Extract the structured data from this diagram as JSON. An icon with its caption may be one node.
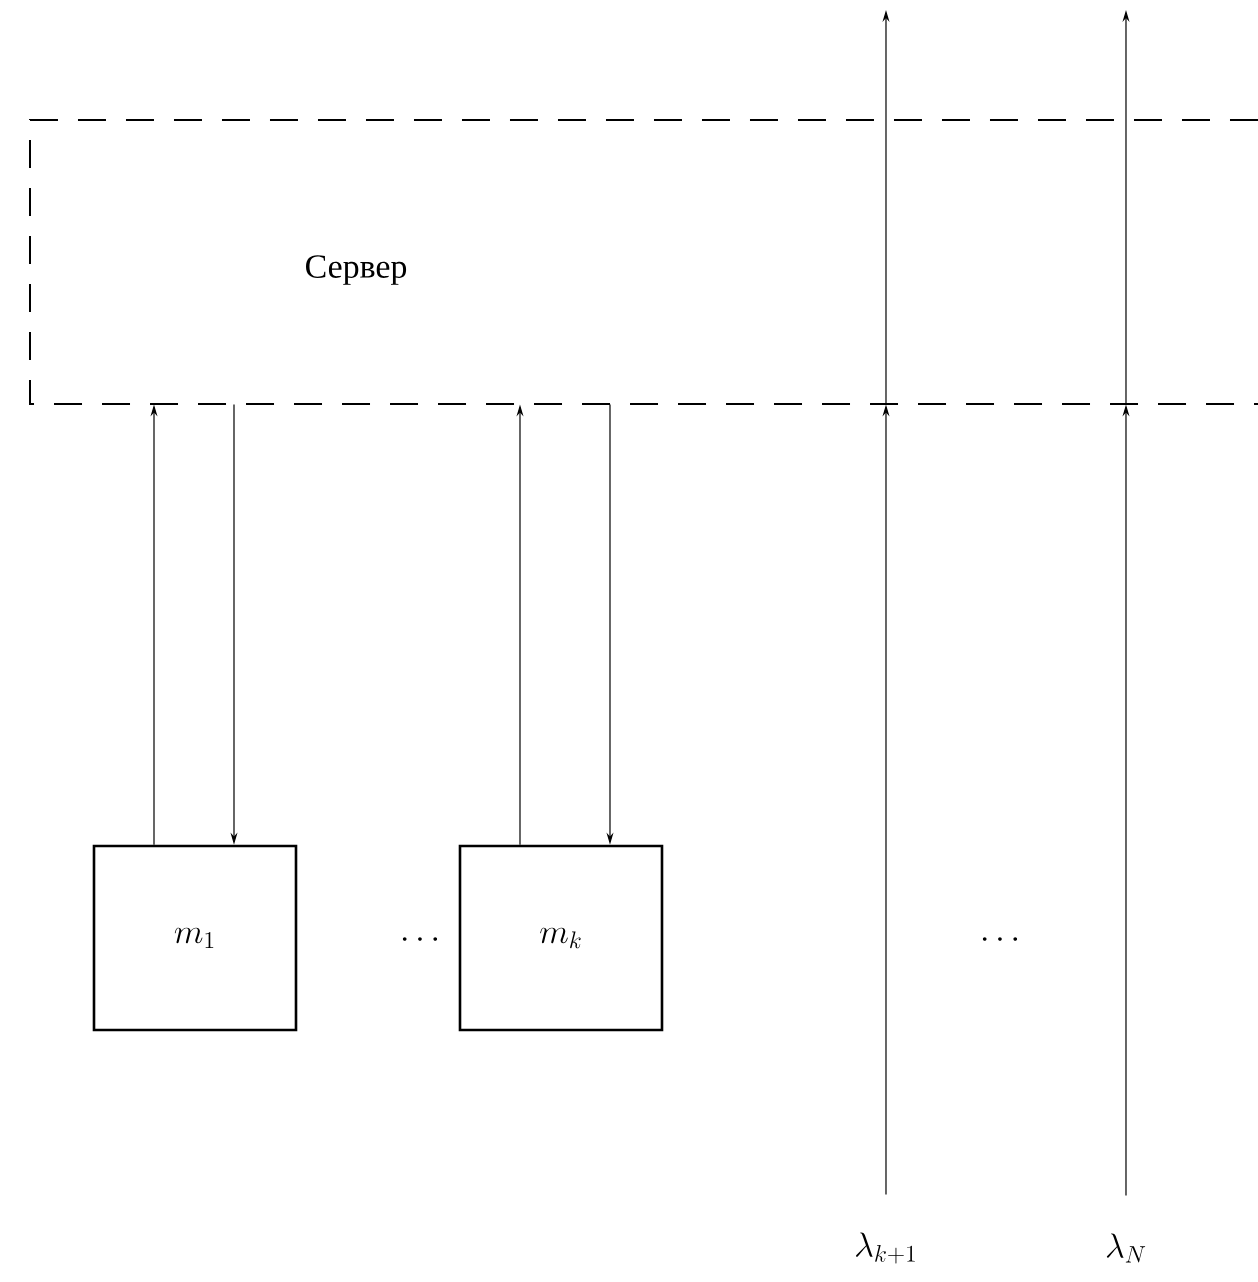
{
  "diagram": {
    "nodes": [
      {
        "text": [
          "Сервер"
        ]
      },
      {
        "text": [
          "m_1"
        ]
      },
      {
        "text": [
          "m_k"
        ]
      },
      {
        "text": [
          "\\lambda_{k+1}"
        ]
      },
      {
        "text": [
          "\\lambda_N"
        ]
      }
    ],
    "edges": [
      {
        "from": 1,
        "to": 0,
        "arrow": "to"
      },
      {
        "from": 0,
        "to": 1,
        "arrow": "to"
      },
      {
        "from": 2,
        "to": 0,
        "arrow": "to"
      },
      {
        "from": 0,
        "to": 2,
        "arrow": "to"
      },
      {
        "from": 3,
        "to": 0,
        "arrow": "to"
      },
      {
        "from": 0,
        "to": null,
        "arrow": "to"
      },
      {
        "from": 4,
        "to": 0,
        "arrow": "to"
      },
      {
        "from": 0,
        "to": null,
        "arrow": "to"
      }
    ],
    "labels": [
      "\\cdots",
      "\\cdots"
    ]
  }
}
